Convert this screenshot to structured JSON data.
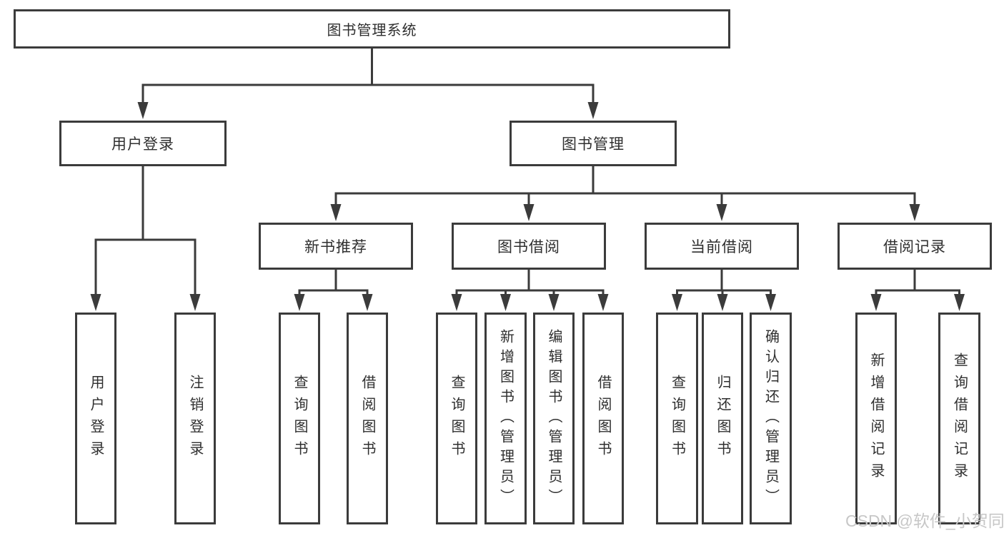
{
  "diagram_title": "图书管理系统",
  "nodes": {
    "root": {
      "label": "图书管理系统"
    },
    "user_login": {
      "label": "用户登录"
    },
    "book_mgmt": {
      "label": "图书管理"
    },
    "new_book_rec": {
      "label": "新书推荐"
    },
    "book_borrow": {
      "label": "图书借阅"
    },
    "current_borrow": {
      "label": "当前借阅"
    },
    "borrow_records": {
      "label": "借阅记录"
    },
    "leaf_user_login": {
      "label": "用户登录"
    },
    "leaf_logout": {
      "label": "注销登录"
    },
    "leaf_rec_query": {
      "label": "查询图书"
    },
    "leaf_rec_borrow": {
      "label": "借阅图书"
    },
    "leaf_bor_query": {
      "label": "查询图书"
    },
    "leaf_bor_add": {
      "label": "新增图书（管理员）"
    },
    "leaf_bor_edit": {
      "label": "编辑图书（管理员）"
    },
    "leaf_bor_borrow": {
      "label": "借阅图书"
    },
    "leaf_cur_query": {
      "label": "查询图书"
    },
    "leaf_cur_return": {
      "label": "归还图书"
    },
    "leaf_cur_confirm": {
      "label": "确认归还（管理员）"
    },
    "leaf_lr_add": {
      "label": "新增借阅记录"
    },
    "leaf_lr_query": {
      "label": "查询借阅记录"
    }
  },
  "hierarchy": {
    "root": [
      "user_login",
      "book_mgmt"
    ],
    "user_login": [
      "leaf_user_login",
      "leaf_logout"
    ],
    "book_mgmt": [
      "new_book_rec",
      "book_borrow",
      "current_borrow",
      "borrow_records"
    ],
    "new_book_rec": [
      "leaf_rec_query",
      "leaf_rec_borrow"
    ],
    "book_borrow": [
      "leaf_bor_query",
      "leaf_bor_add",
      "leaf_bor_edit",
      "leaf_bor_borrow"
    ],
    "current_borrow": [
      "leaf_cur_query",
      "leaf_cur_return",
      "leaf_cur_confirm"
    ],
    "borrow_records": [
      "leaf_lr_add",
      "leaf_lr_query"
    ]
  },
  "watermark": {
    "text": "CSDN @软件_小贺同学"
  },
  "colors": {
    "line": "#3b3b3b",
    "box_border": "#3b3b3b",
    "text": "#2f2f2f",
    "background": "#ffffff",
    "watermark": "#c7c7c7"
  }
}
